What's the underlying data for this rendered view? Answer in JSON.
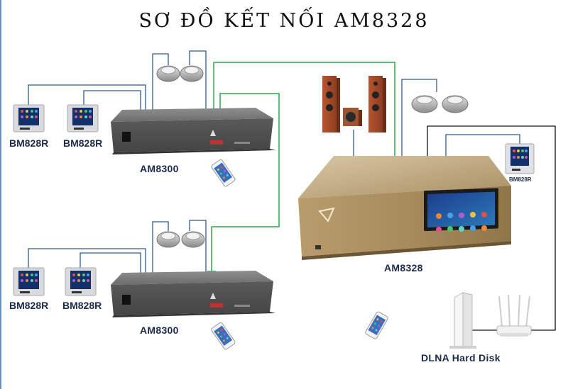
{
  "title": "SƠ ĐỒ KẾT NỐI AM8328",
  "labels": {
    "panel": "BM828R",
    "panel_small": "BM828R",
    "amp": "AM8300",
    "main_amp": "AM8328",
    "hard_disk": "DLNA Hard Disk"
  },
  "colors": {
    "signal_line": "#2e5a8c",
    "network_line": "#2aa84a",
    "dlna_line": "#111111",
    "amp_body": "#6b6b6b",
    "main_amp_body": "#a38a63"
  }
}
